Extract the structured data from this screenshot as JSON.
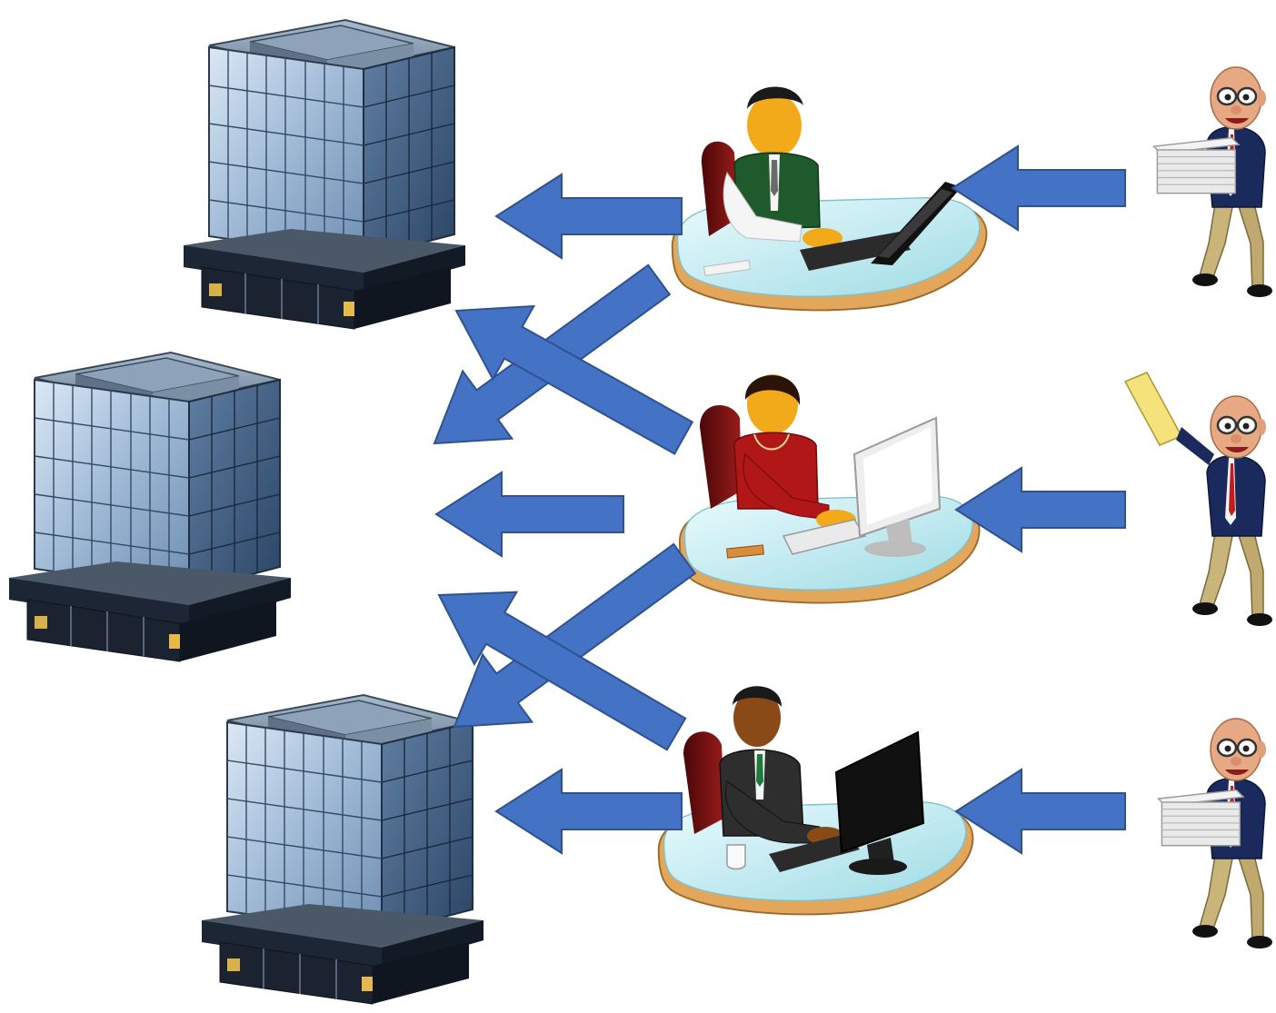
{
  "colors": {
    "arrow_fill": "#4472C4",
    "arrow_stroke": "#2F528F",
    "glass_light": "#c9dcee",
    "glass_dark": "#5f7fa3",
    "building_base": "#1f2b3a",
    "desk_top": "#cfeef3",
    "desk_rim": "#d59a55",
    "chair": "#7a1010",
    "skin": "#f2a91a",
    "messenger_jacket": "#1b2a5c",
    "messenger_pants": "#c9b47a"
  },
  "buildings": [
    {
      "id": "top-building",
      "icon": "office-building-icon"
    },
    {
      "id": "middle-building",
      "icon": "office-building-icon"
    },
    {
      "id": "bottom-building",
      "icon": "office-building-icon"
    }
  ],
  "workers": [
    {
      "id": "worker-green-vest",
      "icon": "office-worker-icon",
      "shirt": "#1f5a2c",
      "device": "laptop"
    },
    {
      "id": "worker-red-top",
      "icon": "office-worker-icon",
      "shirt": "#b11717",
      "device": "monitor-white"
    },
    {
      "id": "worker-dark-suit",
      "icon": "office-worker-icon",
      "shirt": "#2e2e2e",
      "device": "monitor-black"
    }
  ],
  "messengers": [
    {
      "id": "messenger-top",
      "icon": "messenger-with-papers-icon",
      "carrying": "paper-stack"
    },
    {
      "id": "messenger-middle",
      "icon": "messenger-with-paper-icon",
      "carrying": "single-paper"
    },
    {
      "id": "messenger-bottom",
      "icon": "messenger-with-papers-icon",
      "carrying": "paper-stack"
    }
  ],
  "flows": [
    {
      "from": "messenger-top",
      "to": "worker-green-vest"
    },
    {
      "from": "messenger-middle",
      "to": "worker-red-top"
    },
    {
      "from": "messenger-bottom",
      "to": "worker-dark-suit"
    },
    {
      "from": "worker-green-vest",
      "to": "top-building"
    },
    {
      "from": "worker-green-vest",
      "to": "middle-building"
    },
    {
      "from": "worker-red-top",
      "to": "top-building"
    },
    {
      "from": "worker-red-top",
      "to": "middle-building"
    },
    {
      "from": "worker-red-top",
      "to": "bottom-building"
    },
    {
      "from": "worker-dark-suit",
      "to": "middle-building"
    },
    {
      "from": "worker-dark-suit",
      "to": "bottom-building"
    }
  ]
}
